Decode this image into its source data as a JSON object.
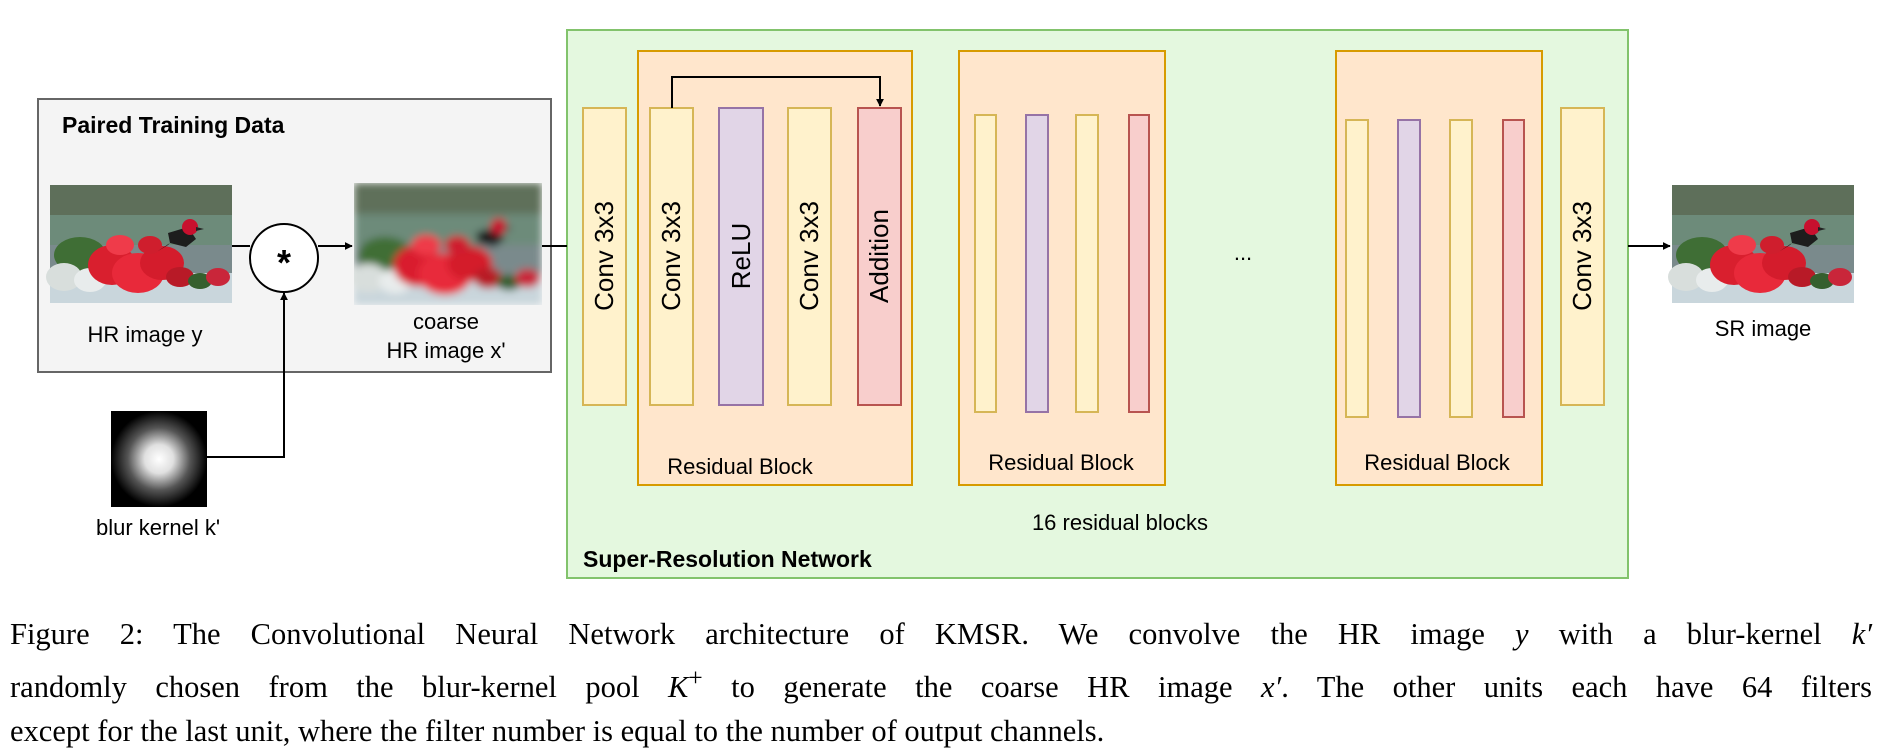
{
  "training_panel": {
    "title": "Paired Training Data"
  },
  "labels": {
    "hr_image": "HR image y",
    "coarse_line1": "coarse",
    "coarse_line2": "HR image x'",
    "blur_kernel": "blur kernel k'",
    "sr_image": "SR image",
    "convolve_symbol": "*"
  },
  "network": {
    "title": "Super-Resolution Network",
    "first_conv": "Conv 3x3",
    "last_conv": "Conv 3x3",
    "ellipsis": "...",
    "block_count": "16 residual blocks",
    "residual_block_label": "Residual Block",
    "block_layers": [
      "Conv 3x3",
      "ReLU",
      "Conv 3x3",
      "Addition"
    ]
  },
  "caption": {
    "line1": {
      "a": "Figure 2: The Convolutional Neural Network architecture of KMSR. We convolve the HR image ",
      "y": "y",
      "b": " with a blur-kernel ",
      "k": "k′"
    },
    "line2": {
      "a": "randomly chosen from the blur-kernel pool ",
      "K": "K",
      "plus": "+",
      "b": " to generate the coarse HR image ",
      "x": "x′",
      "c": ". The other units each have 64 filters"
    },
    "line3": "except for the last unit, where the filter number is equal to the number of output channels."
  },
  "colors": {
    "network_bg": "#e4f8df",
    "network_border": "#82c36c",
    "panel_bg": "#f4f4f4",
    "panel_border": "#666666",
    "conv_fill": "#fff2cc",
    "conv_stroke": "#d6b656",
    "relu_fill": "#e1d5e7",
    "relu_stroke": "#9673a6",
    "add_fill": "#f8cecc",
    "add_stroke": "#b85450",
    "block_fill": "#ffe6cc",
    "block_stroke": "#d79b00"
  }
}
